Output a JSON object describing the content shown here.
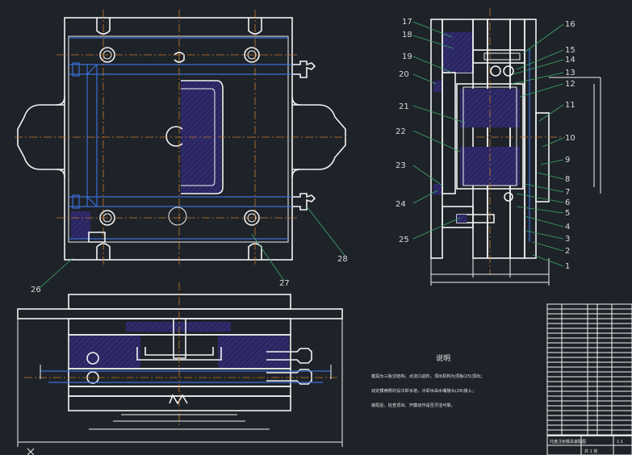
{
  "drawing": {
    "notes_title": "说明",
    "notes": [
      "模具为三板式结构，点浇口进料，顶出机构为顶板(25)顶出；",
      "动定模两侧均设冷却水道，冷却水由水嘴接头(26)接入；",
      "装配后，检查顶出、开模动作是否灵活可靠。"
    ],
    "title_block": {
      "name": "托盘注射模具装配图",
      "scale": "1:1",
      "sheet": "共 1 张"
    },
    "top_view_callouts": [
      "26",
      "27",
      "28"
    ],
    "side_view_callouts": [
      "17",
      "18",
      "19",
      "20",
      "21",
      "22",
      "23",
      "24",
      "25",
      "16",
      "15",
      "14",
      "13",
      "12",
      "11",
      "10",
      "9",
      "8",
      "7",
      "6",
      "5",
      "4",
      "3",
      "2",
      "1"
    ],
    "colors": {
      "background": "#1e2329",
      "outline": "#f2f2f2",
      "hidden_lines": "#3b6fd8",
      "center_lines": "#c87a2c",
      "leader_lines": "#3fa86a",
      "hatch": "#2e2a66"
    }
  }
}
